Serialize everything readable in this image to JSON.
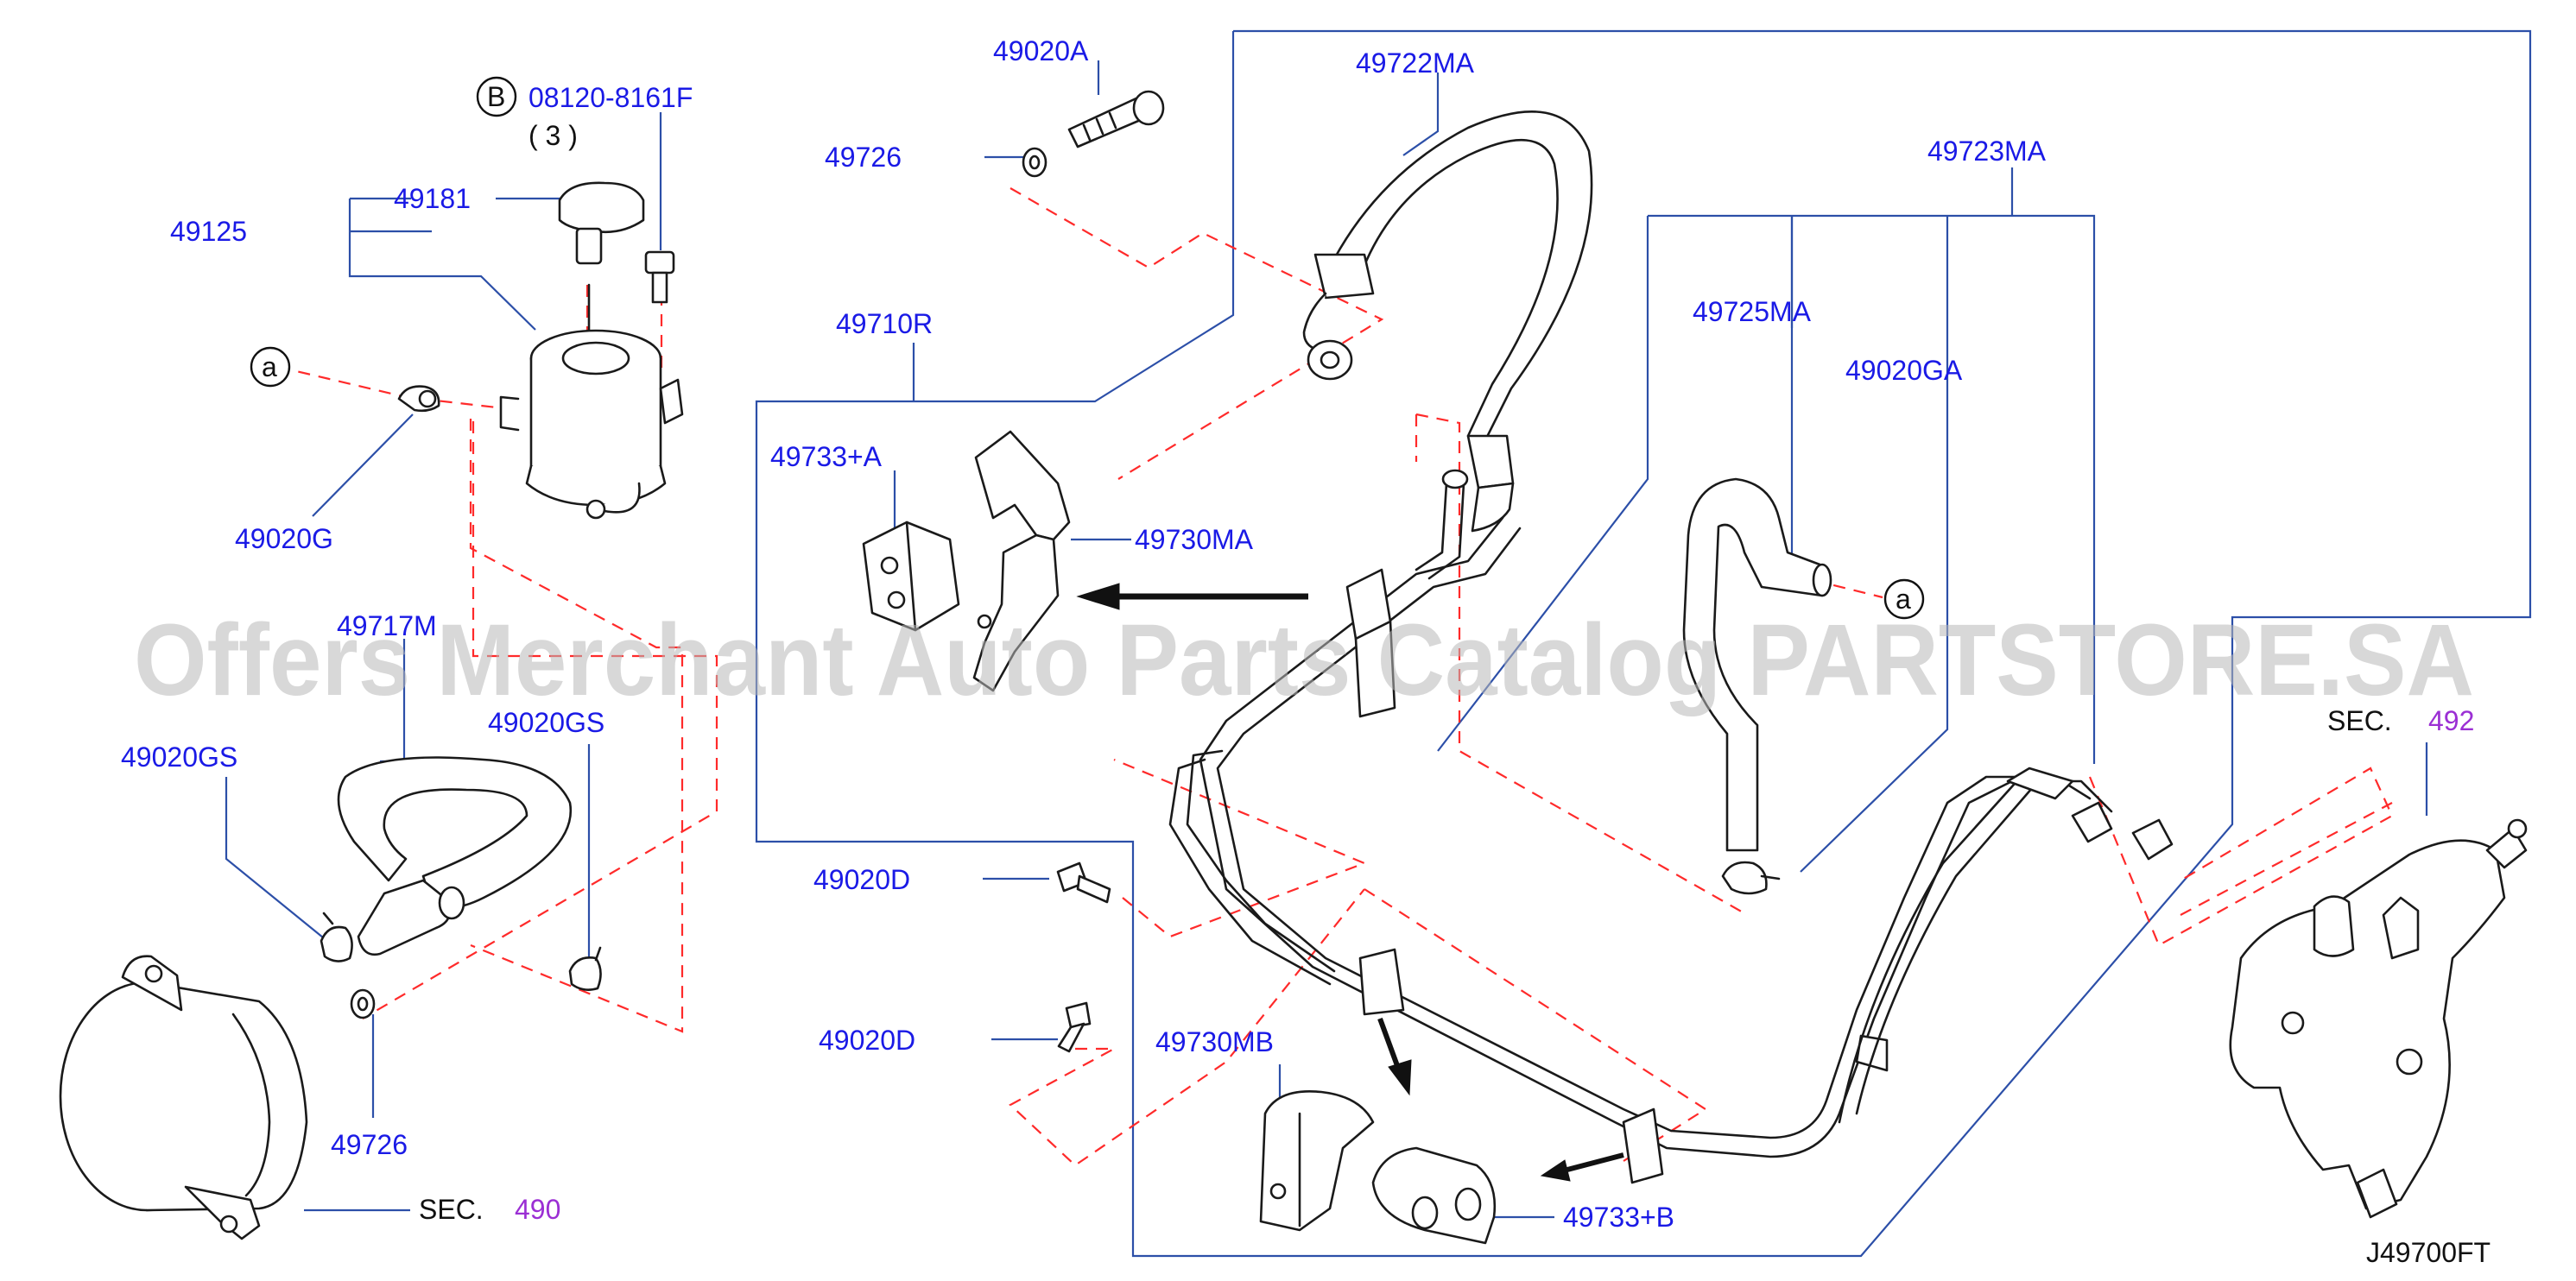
{
  "labels": {
    "p49020A": "49020A",
    "p49726_top": "49726",
    "p49722MA": "49722MA",
    "p49723MA": "49723MA",
    "bolt_marker": "B",
    "bolt_part": "08120-8161F",
    "bolt_qty": "( 3 )",
    "p49181": "49181",
    "p49125": "49125",
    "ref_a_left": "a",
    "p49020G": "49020G",
    "p49710R": "49710R",
    "p49733A": "49733+A",
    "p49730MA": "49730MA",
    "p49725MA": "49725MA",
    "p49020GA": "49020GA",
    "ref_a_right": "a",
    "p49717M": "49717M",
    "p49020GS_left": "49020GS",
    "p49020GS_right": "49020GS",
    "p49020D_upper": "49020D",
    "p49020D_lower": "49020D",
    "p49730MB": "49730MB",
    "p49726_bottom": "49726",
    "sec_left_prefix": "SEC.",
    "sec_left_num": "490",
    "p49733B": "49733+B",
    "sec_right_prefix": "SEC.",
    "sec_right_num": "492",
    "diagram_code": "J49700FT"
  },
  "watermark": "Offers Merchant Auto Parts Catalog PARTSTORE.SA",
  "colors": {
    "part_number_text": "#1a1ae6",
    "section_number_text": "#9b2fd4",
    "leader_lines": "#2c4fa8",
    "dashed_guides": "#ff2a2a",
    "watermark": "#b8b8b8"
  }
}
